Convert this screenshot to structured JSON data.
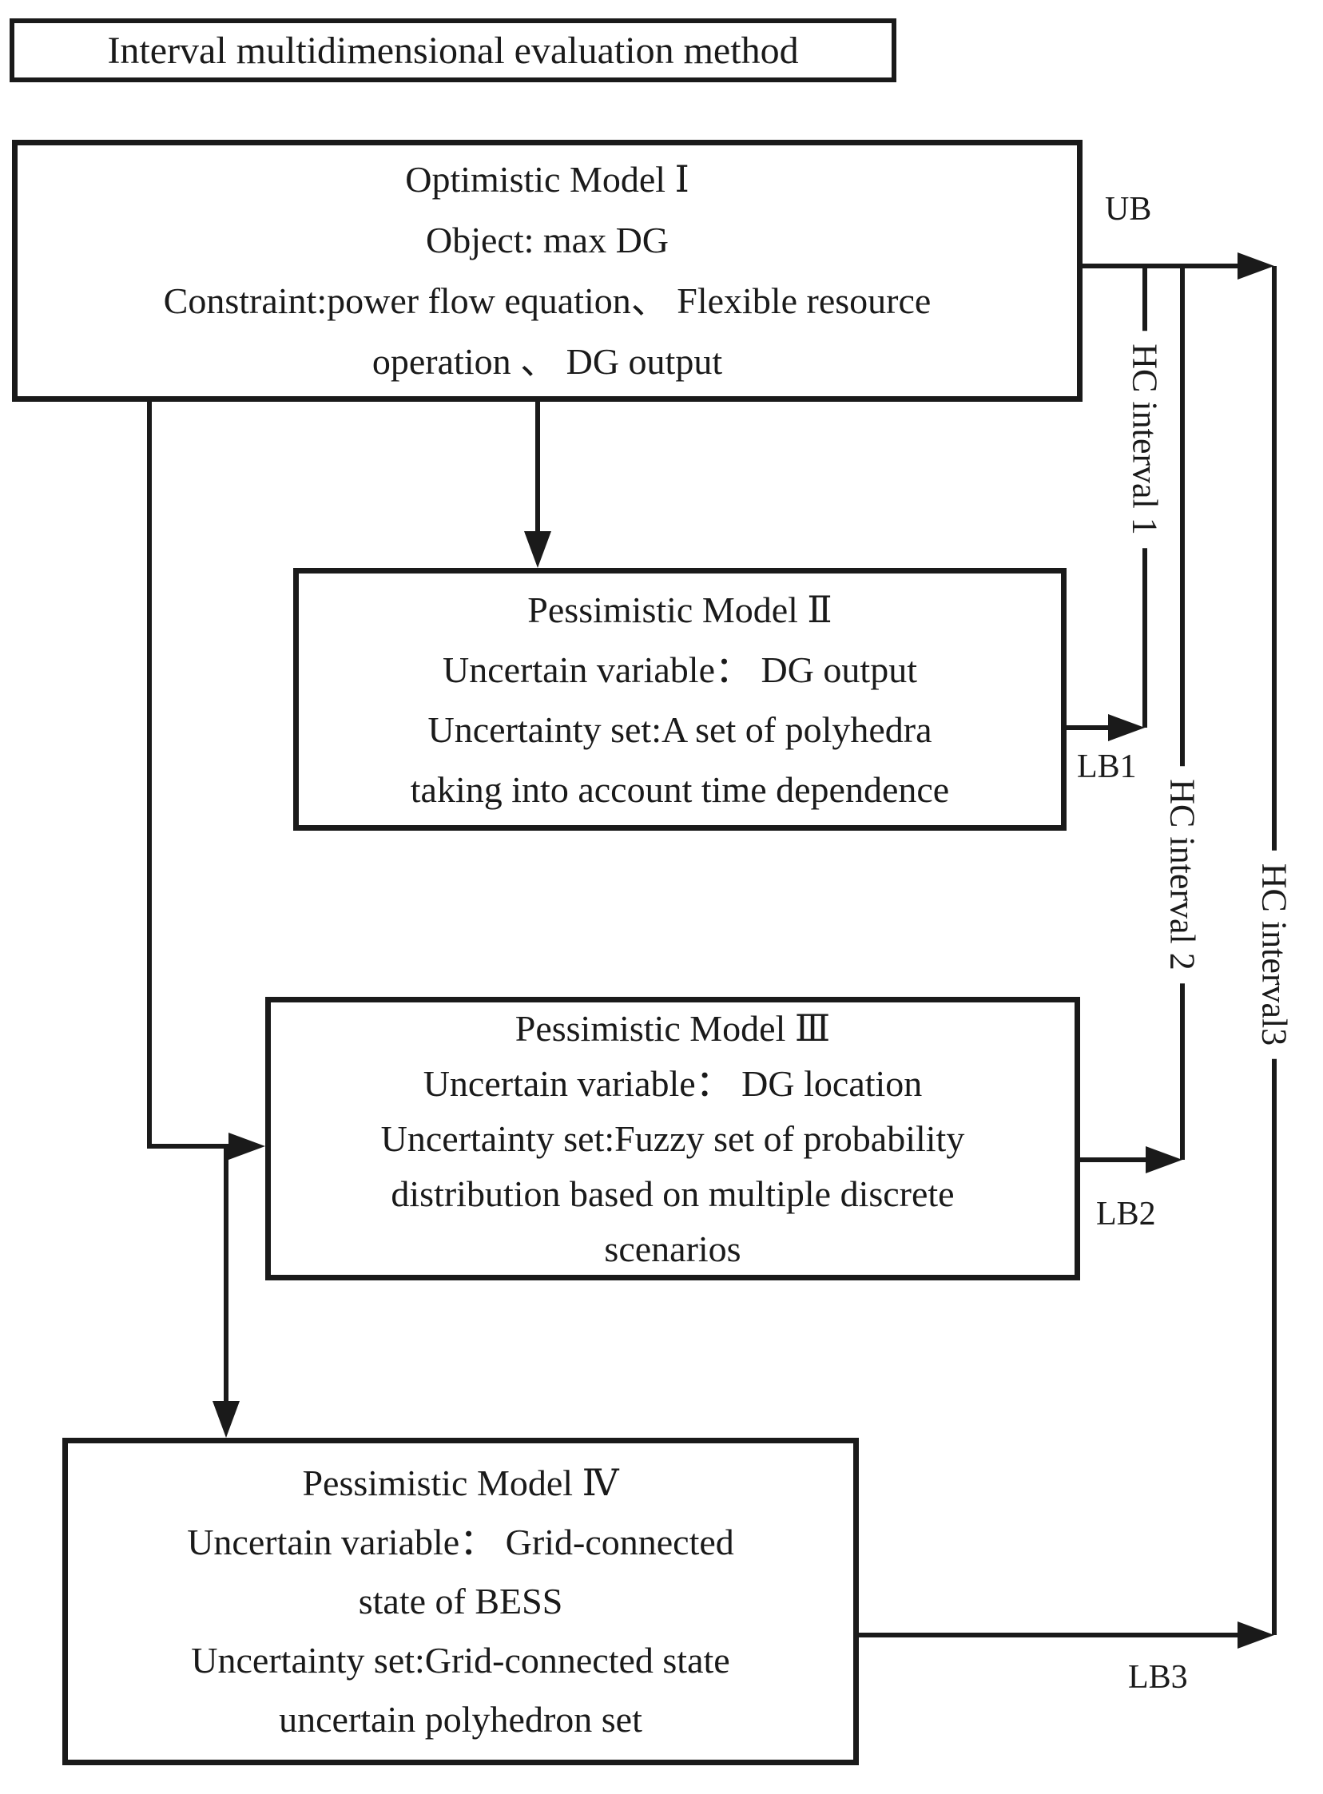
{
  "title": "Interval multidimensional evaluation method",
  "boxes": [
    {
      "id": "model1",
      "lines": [
        "Optimistic Model Ⅰ",
        "Object: max DG",
        "Constraint:power flow equation、 Flexible resource",
        "operation 、 DG output"
      ]
    },
    {
      "id": "model2",
      "lines": [
        "Pessimistic Model Ⅱ",
        "Uncertain variable： DG output",
        "Uncertainty set:A set of polyhedra",
        "taking into account time dependence"
      ]
    },
    {
      "id": "model3",
      "lines": [
        "Pessimistic Model Ⅲ",
        "Uncertain variable： DG location",
        "Uncertainty set:Fuzzy set of probability",
        "distribution based on multiple discrete",
        "scenarios"
      ]
    },
    {
      "id": "model4",
      "lines": [
        "Pessimistic Model Ⅳ",
        "Uncertain variable： Grid-connected",
        "state of BESS",
        "Uncertainty set:Grid-connected state",
        "uncertain polyhedron set"
      ]
    }
  ],
  "edge_labels": {
    "ub": "UB",
    "lb1": "LB1",
    "lb2": "LB2",
    "lb3": "LB3",
    "hc1": "HC interval 1",
    "hc2": "HC interval 2",
    "hc3": "HC interval3"
  },
  "colors": {
    "ink": "#1a1a1a",
    "background": "#ffffff"
  }
}
